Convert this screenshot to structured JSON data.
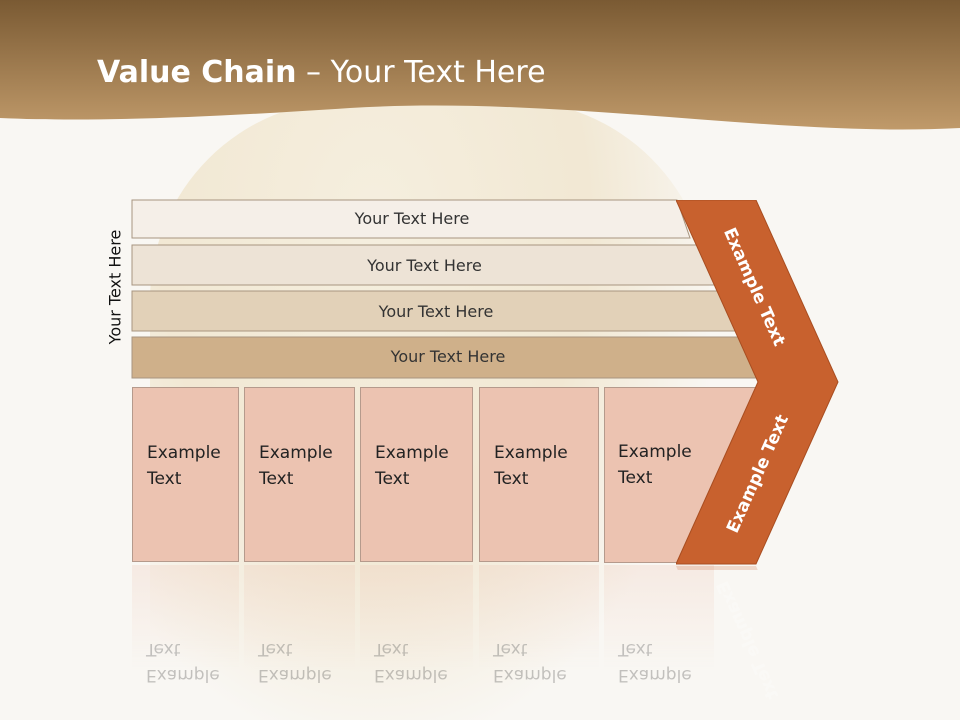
{
  "slide": {
    "title_bold": "Value Chain",
    "title_rest": " – Your Text Here",
    "side_label": "Your Text Here"
  },
  "layers": [
    {
      "label": "Your Text Here",
      "fill": "#f5efe8"
    },
    {
      "label": "Your Text Here",
      "fill": "#ede3d6"
    },
    {
      "label": "Your Text Here",
      "fill": "#e2d1b8"
    },
    {
      "label": "Your Text Here",
      "fill": "#cfb08a"
    }
  ],
  "activities": [
    {
      "label": "Example Text"
    },
    {
      "label": "Example Text"
    },
    {
      "label": "Example Text"
    },
    {
      "label": "Example Text"
    },
    {
      "label": "Example Text"
    }
  ],
  "margin": {
    "top_label": "Example Text",
    "bottom_label": "Example Text",
    "color": "#c8612e"
  },
  "colors": {
    "band_top": "#7a5a33",
    "band_bottom": "#c09a6a",
    "activity_fill": "#ecc3b1"
  }
}
